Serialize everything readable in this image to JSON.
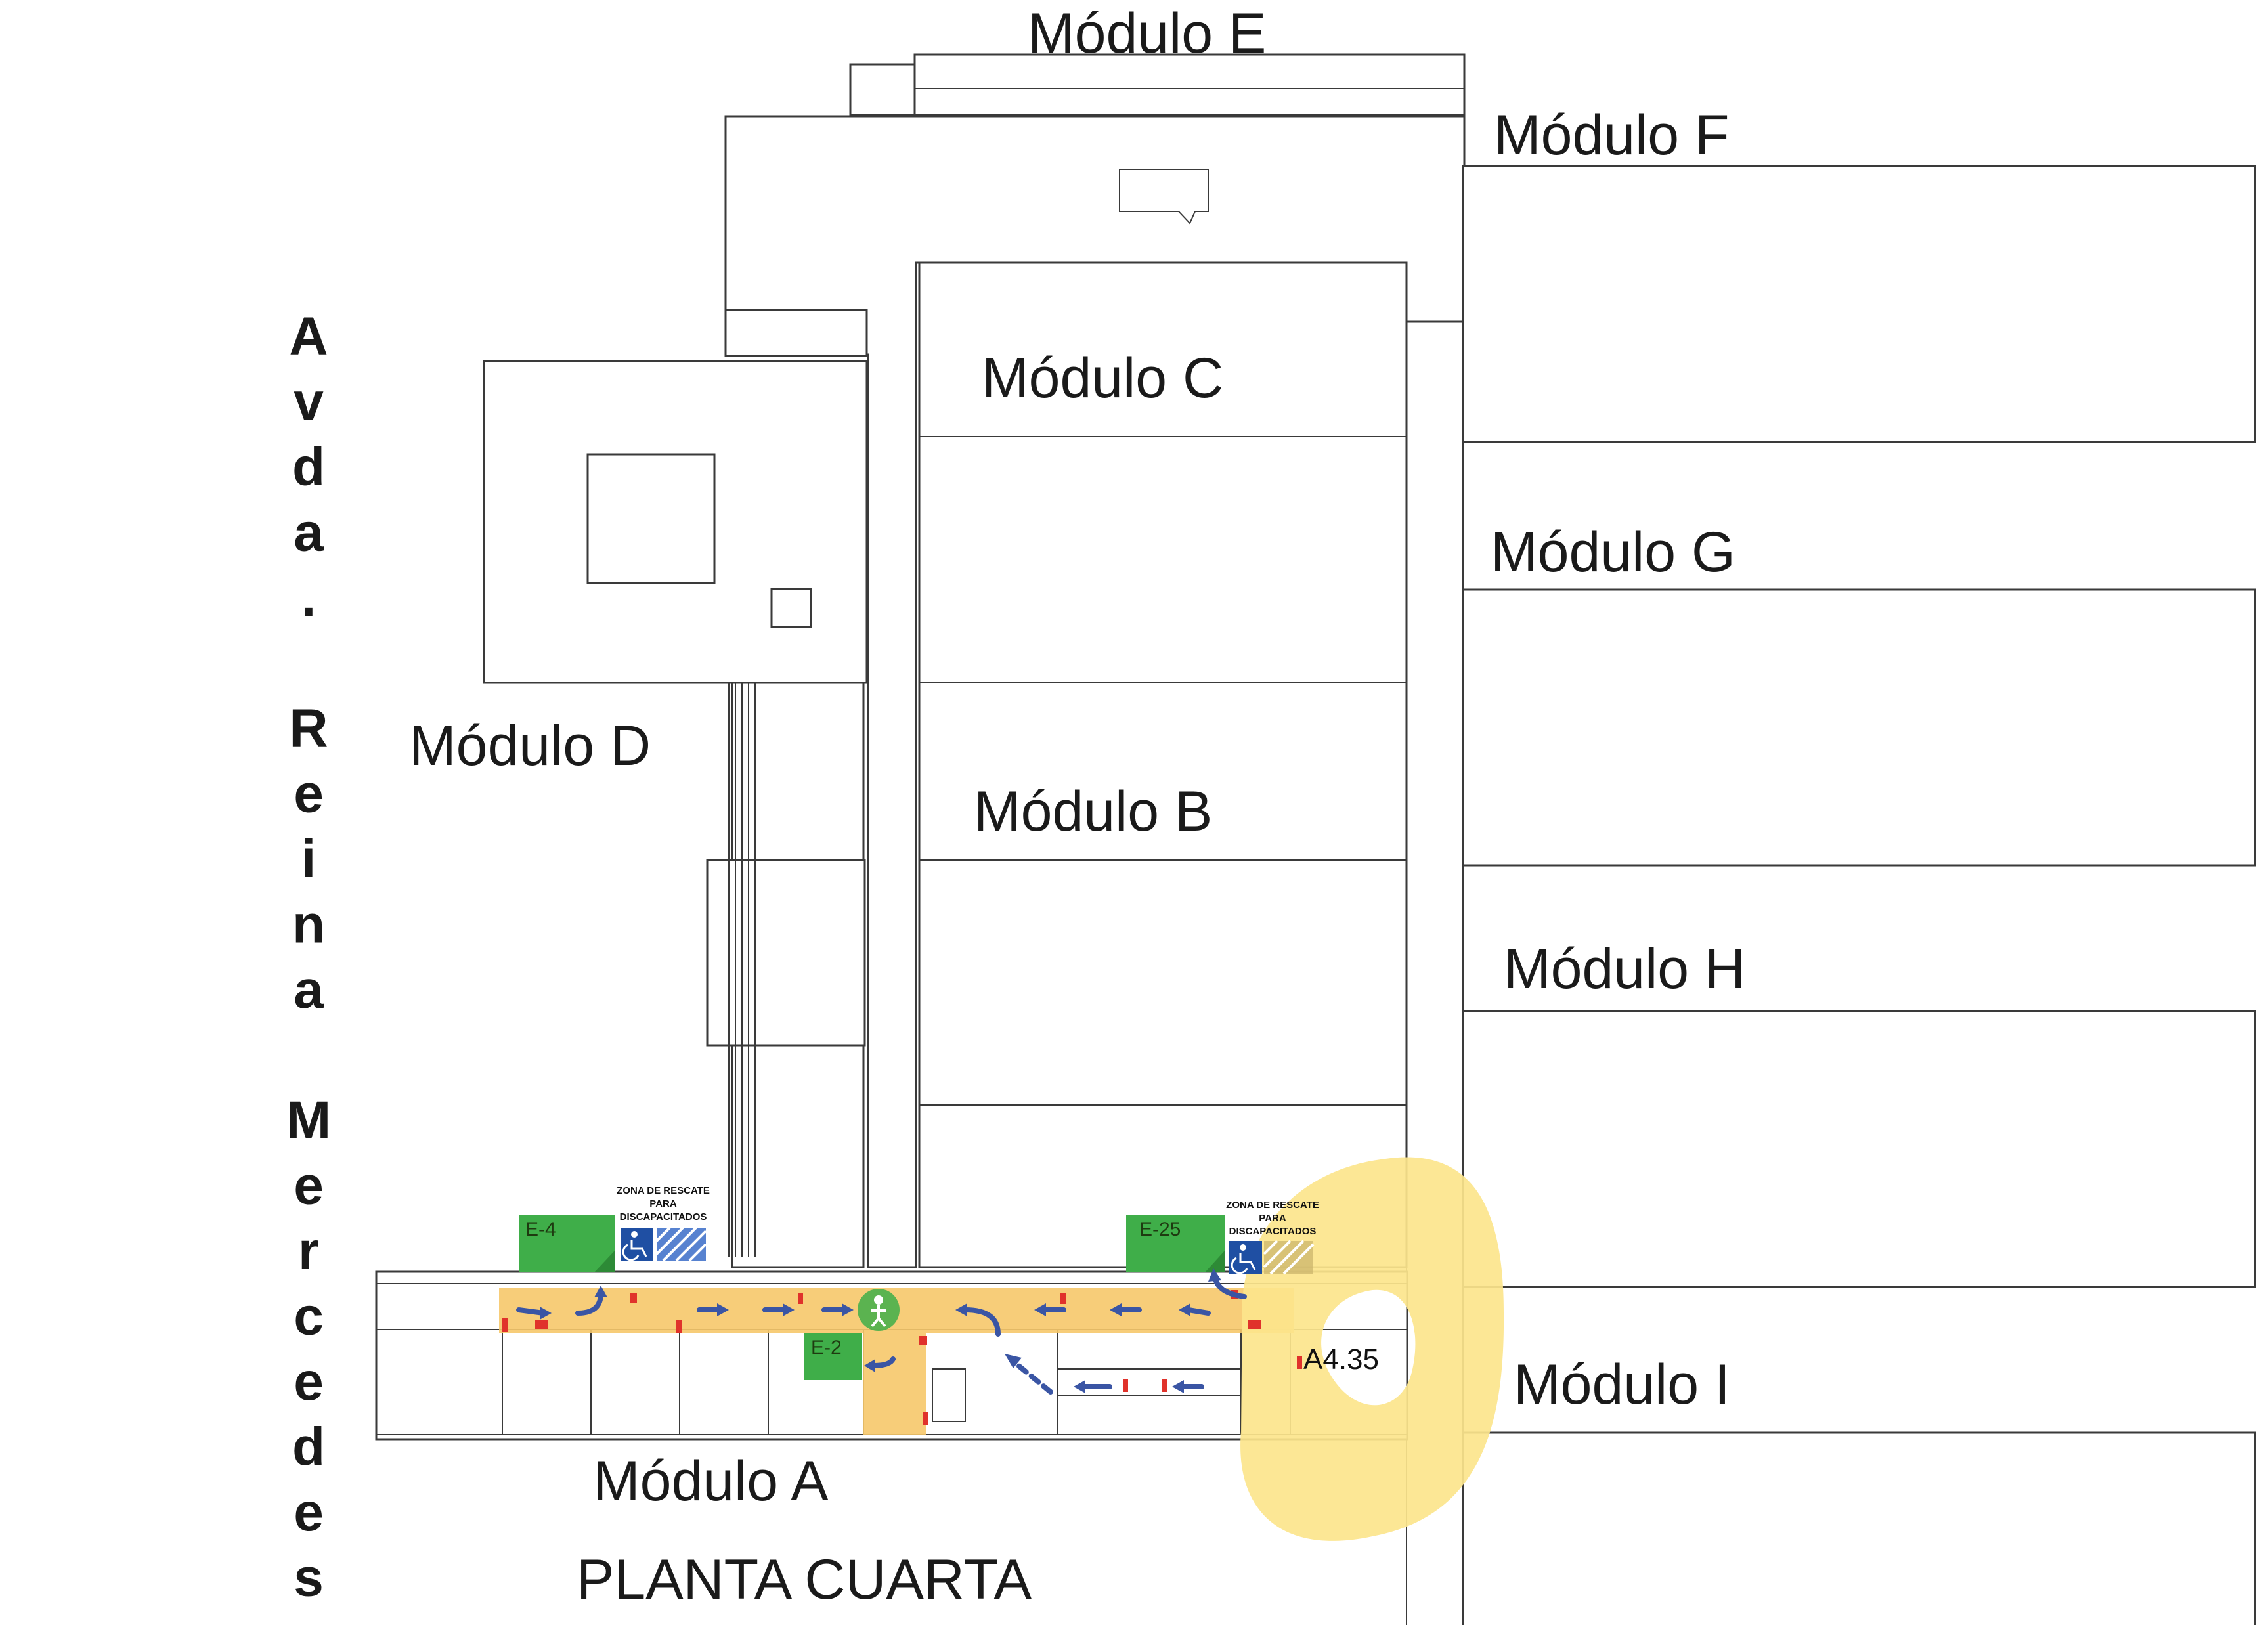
{
  "map": {
    "modules": {
      "A": "Módulo A",
      "B": "Módulo B",
      "C": "Módulo C",
      "D": "Módulo D",
      "E": "Módulo E",
      "F": "Módulo F",
      "G": "Módulo G",
      "H": "Módulo H",
      "I": "Módulo I"
    },
    "street_name": "Avda. Reina Mercedes",
    "floor_title": "PLANTA CUARTA",
    "highlighted_room": "A4.35",
    "rescue_zone": [
      "ZONA DE RESCATE",
      "PARA",
      "DISCAPACITADOS"
    ],
    "stair_labels": {
      "west": "E-4",
      "center": "E-2",
      "east": "E-25"
    },
    "legend_colors": {
      "corridor": "#f6c86a",
      "highlight": "#fce58c",
      "stairs": "#3fae49",
      "accessible": "#1f4fa3",
      "arrows": "#3a55a4",
      "extinguisher": "#e0322b"
    }
  }
}
